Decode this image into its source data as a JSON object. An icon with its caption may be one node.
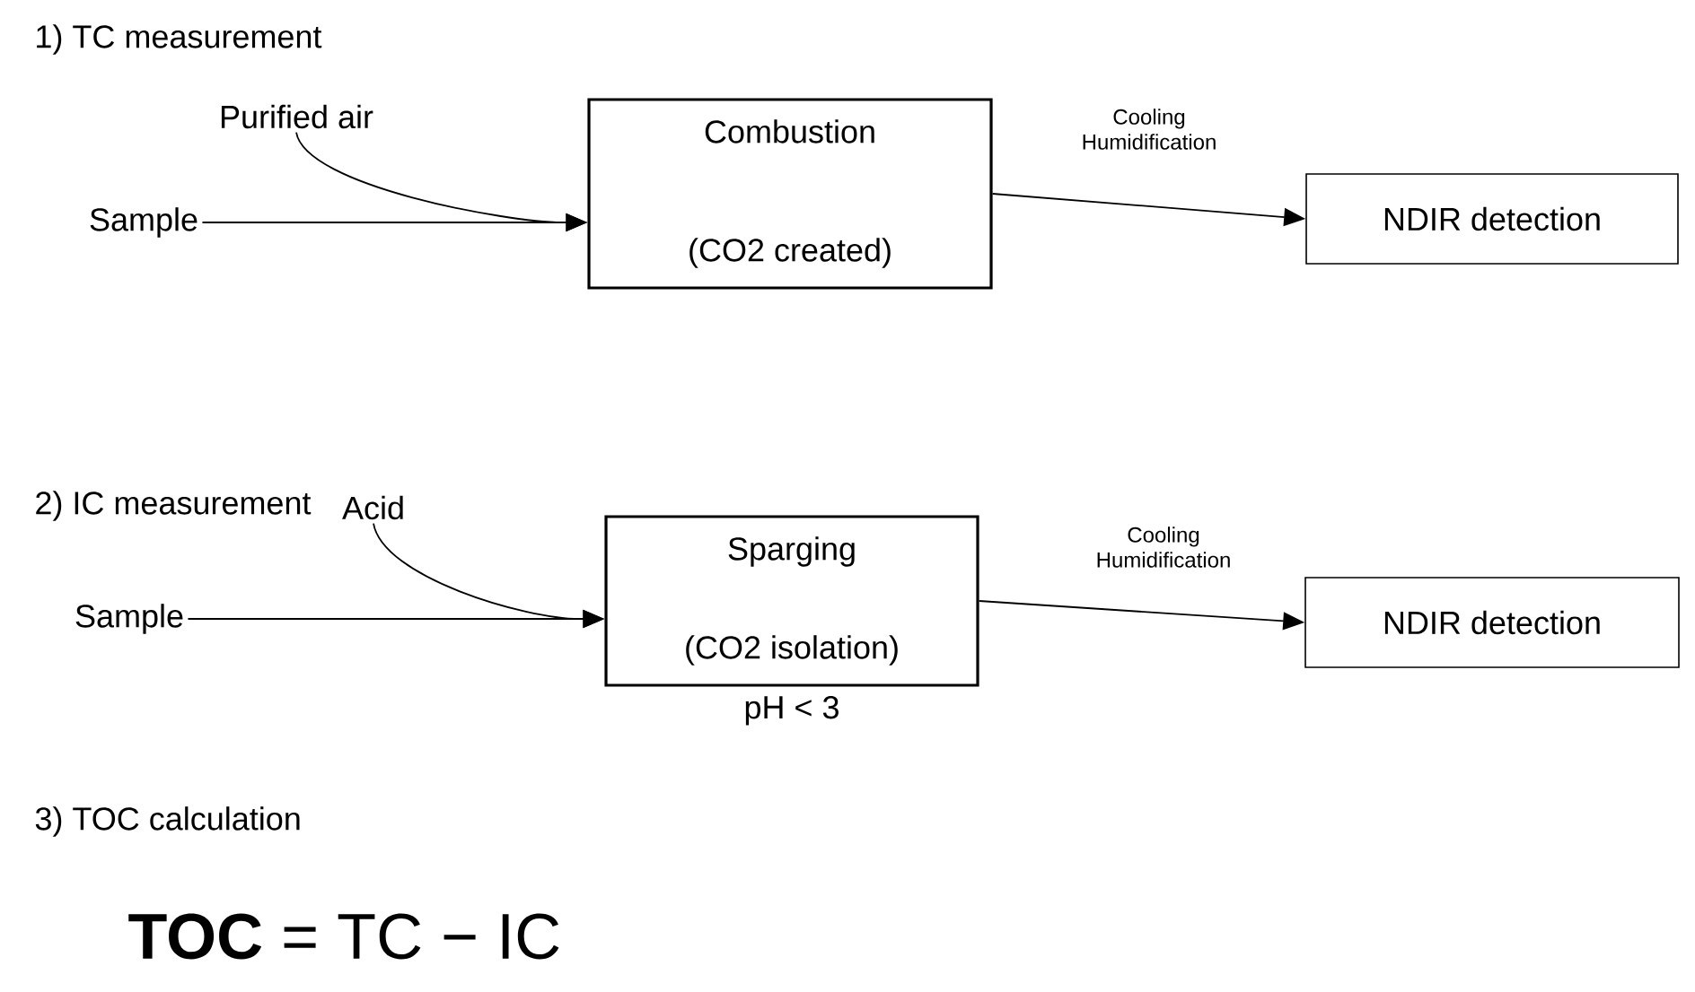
{
  "diagram": {
    "nodes": [
      {
        "text": [
          "Sample"
        ]
      },
      {
        "text": [
          "Purified air"
        ]
      },
      {
        "text": [
          "Combustion",
          "(CO2 created)"
        ]
      },
      {
        "text": [
          "NDIR detection"
        ]
      },
      {
        "text": [
          "Sample"
        ]
      },
      {
        "text": [
          "Acid"
        ]
      },
      {
        "text": [
          "Sparging",
          "(CO2 isolation)"
        ],
        "beside": [
          "pH < 3"
        ]
      },
      {
        "text": [
          "NDIR detection"
        ]
      }
    ],
    "edges": [
      {
        "from": 0,
        "to": 2,
        "arrow": "to"
      },
      {
        "from": 1,
        "to": 2,
        "arrow": "to"
      },
      {
        "from": 2,
        "to": 3,
        "arrow": "to",
        "label": "Cooling Humidification"
      },
      {
        "from": 4,
        "to": 6,
        "arrow": "to"
      },
      {
        "from": 5,
        "to": 6,
        "arrow": "to"
      },
      {
        "from": 6,
        "to": 7,
        "arrow": "to",
        "label": "Cooling Humidification"
      }
    ],
    "labels": [
      "1) TC measurement",
      "2) IC measurement",
      "3) TOC calculation",
      "**TOC** = TC − IC"
    ]
  }
}
